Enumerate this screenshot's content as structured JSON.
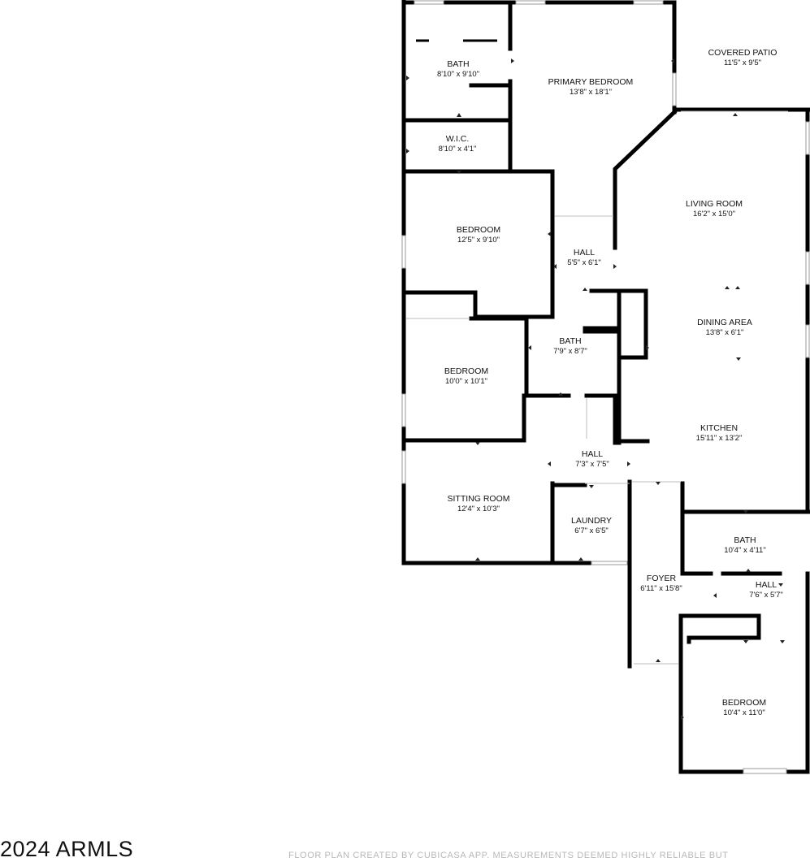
{
  "rooms": {
    "bath_primary": {
      "name": "BATH",
      "dim": "8'10\" x 9'10\""
    },
    "primary_bedroom": {
      "name": "PRIMARY BEDROOM",
      "dim": "13'8\" x 18'1\""
    },
    "covered_patio": {
      "name": "COVERED PATIO",
      "dim": "11'5\" x 9'5\""
    },
    "wic": {
      "name": "W.I.C.",
      "dim": "8'10\" x 4'1\""
    },
    "living_room": {
      "name": "LIVING ROOM",
      "dim": "16'2\" x 15'0\""
    },
    "bedroom_2": {
      "name": "BEDROOM",
      "dim": "12'5\" x 9'10\""
    },
    "hall_1": {
      "name": "HALL",
      "dim": "5'5\" x 6'1\""
    },
    "dining_area": {
      "name": "DINING AREA",
      "dim": "13'8\" x 6'1\""
    },
    "bath_center": {
      "name": "BATH",
      "dim": "7'9\" x 8'7\""
    },
    "bedroom_3": {
      "name": "BEDROOM",
      "dim": "10'0\" x 10'1\""
    },
    "kitchen": {
      "name": "KITCHEN",
      "dim": "15'11\" x 13'2\""
    },
    "hall_2": {
      "name": "HALL",
      "dim": "7'3\" x 7'5\""
    },
    "sitting_room": {
      "name": "SITTING ROOM",
      "dim": "12'4\" x 10'3\""
    },
    "laundry": {
      "name": "LAUNDRY",
      "dim": "6'7\" x 6'5\""
    },
    "bath_right": {
      "name": "BATH",
      "dim": "10'4\" x 4'11\""
    },
    "foyer": {
      "name": "FOYER",
      "dim": "6'11\" x 15'8\""
    },
    "hall_3": {
      "name": "HALL",
      "dim": "7'6\" x 5'7\""
    },
    "bedroom_4": {
      "name": "BEDROOM",
      "dim": "10'4\" x 11'0\""
    }
  },
  "footer": {
    "copyright": "2024 ARMLS",
    "disclaimer": "FLOOR PLAN CREATED BY CUBICASA APP. MEASUREMENTS DEEMED HIGHLY RELIABLE BUT"
  }
}
